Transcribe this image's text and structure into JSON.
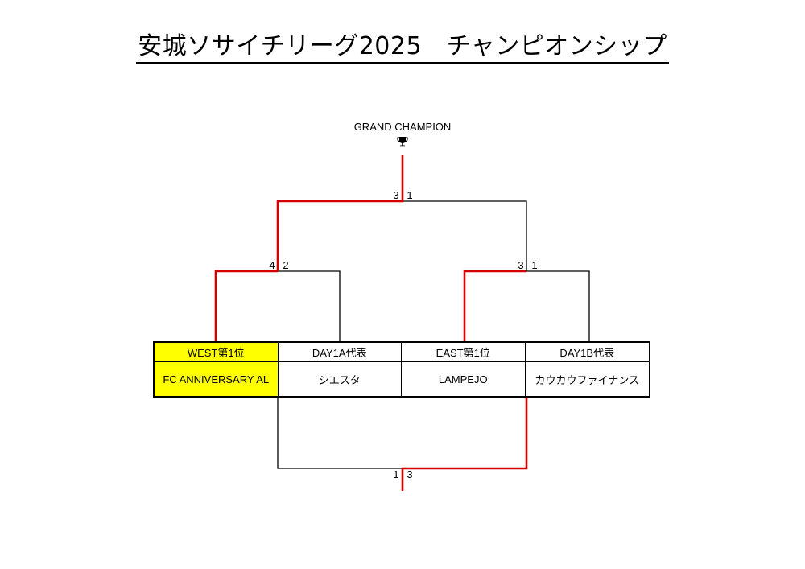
{
  "title": "安城ソサイチリーグ2025　チャンピオンシップ",
  "champion_label": "GRAND CHAMPION",
  "colors": {
    "winner_line": "#d40000",
    "loser_line": "#000000",
    "highlight": "#ffff00"
  },
  "teams": [
    {
      "seed": "WEST第1位",
      "name": "FC ANNIVERSARY AL",
      "highlight": true
    },
    {
      "seed": "DAY1A代表",
      "name": "シエスタ",
      "highlight": false
    },
    {
      "seed": "EAST第1位",
      "name": "LAMPEJO",
      "highlight": false
    },
    {
      "seed": "DAY1B代表",
      "name": "カウカウファイナンス",
      "highlight": false
    }
  ],
  "matches": {
    "semi_left": {
      "left_score": "4",
      "right_score": "2"
    },
    "semi_right": {
      "left_score": "3",
      "right_score": "1"
    },
    "final": {
      "left_score": "3",
      "right_score": "1"
    },
    "third_place": {
      "left_score": "1",
      "right_score": "3"
    }
  }
}
